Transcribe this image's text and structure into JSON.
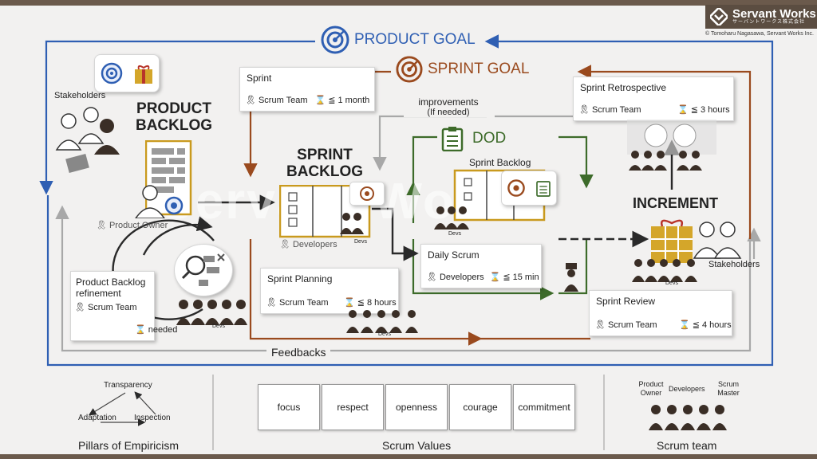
{
  "brand": {
    "name": "Servant Works",
    "sub": "サーバントワークス株式会社",
    "copyright": "© Tomoharu Nagasawa, Servant Works Inc."
  },
  "product_goal": {
    "label": "PRODUCT GOAL"
  },
  "sprint_goal": {
    "label": "SPRINT GOAL"
  },
  "stakeholders_left": {
    "label": "Stakeholders"
  },
  "product_backlog": {
    "line1": "PRODUCT",
    "line2": "BACKLOG",
    "owner": "Product Owner"
  },
  "sprint_card": {
    "title": "Sprint",
    "role": "Scrum Team",
    "time": "≦ 1 month"
  },
  "improvements": {
    "line1": "improvements",
    "line2": "(If needed)"
  },
  "dod": {
    "label": "DOD"
  },
  "sprint_backlog": {
    "line1": "SPRINT",
    "line2": "BACKLOG",
    "inner_title": "Sprint Backlog",
    "developers": "Developers",
    "devs_tag": "Devs"
  },
  "retrospective": {
    "title": "Sprint Retrospective",
    "role": "Scrum Team",
    "time": "≦ 3 hours"
  },
  "increment": {
    "label": "INCREMENT",
    "stakeholders": "Stakeholders",
    "devs_tag": "Devs"
  },
  "daily_scrum": {
    "title": "Daily Scrum",
    "role": "Developers",
    "time": "≦ 15 min"
  },
  "refinement": {
    "line1": "Product Backlog",
    "line2": "refinement",
    "role": "Scrum Team",
    "time": "needed",
    "devs_tag": "Devs"
  },
  "planning": {
    "title": "Sprint Planning",
    "role": "Scrum Team",
    "time": "≦ 8 hours",
    "devs_tag": "Devs"
  },
  "review": {
    "title": "Sprint Review",
    "role": "Scrum Team",
    "time": "≦ 4 hours"
  },
  "feedbacks": {
    "label": "Feedbacks"
  },
  "pillars": {
    "items": [
      "Transparency",
      "Adaptation",
      "Inspection"
    ],
    "caption": "Pillars of Empiricism"
  },
  "values": {
    "items": [
      "focus",
      "respect",
      "openness",
      "courage",
      "commitment"
    ],
    "caption": "Scrum Values"
  },
  "team": {
    "roles": [
      "Product Owner",
      "Developers",
      "Scrum Master"
    ],
    "caption": "Scrum team"
  },
  "watermark": {
    "text": "Servant Works"
  },
  "colors": {
    "blue": "#2f5fb3",
    "brown": "#9a4a1e",
    "green": "#3d6b2a",
    "gold": "#c99a1e",
    "gray": "#a8a8a8",
    "dark": "#2a2a2a"
  }
}
